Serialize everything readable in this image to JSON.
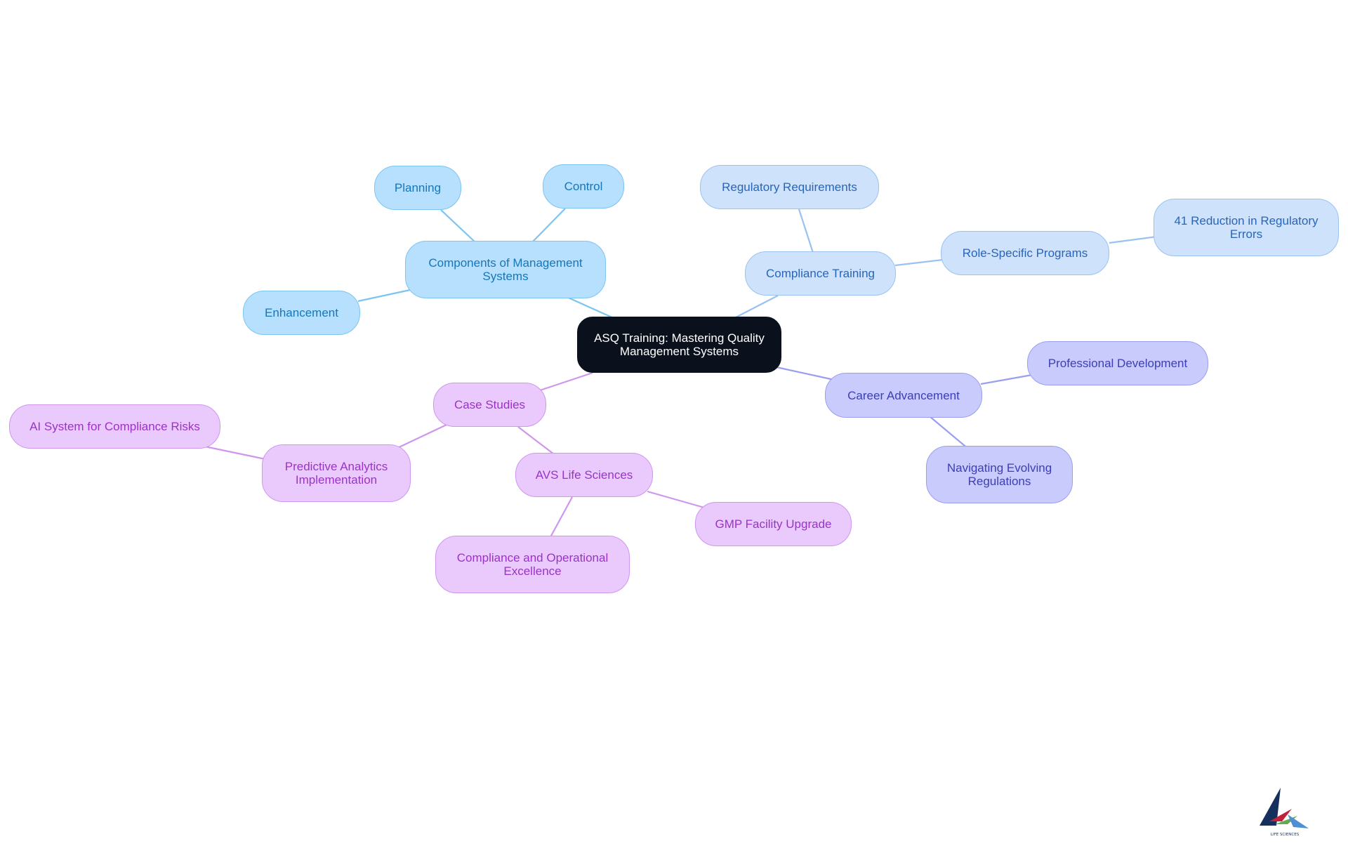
{
  "mindmap": {
    "root": "ASQ Training: Mastering Quality Management Systems",
    "branches": {
      "components": {
        "label": "Components of Management Systems",
        "children": [
          "Planning",
          "Control",
          "Enhancement"
        ]
      },
      "compliance": {
        "label": "Compliance Training",
        "children": [
          "Regulatory Requirements",
          "Role-Specific Programs"
        ],
        "grandchild": "41 Reduction in Regulatory Errors"
      },
      "career": {
        "label": "Career Advancement",
        "children": [
          "Professional Development",
          "Navigating Evolving Regulations"
        ]
      },
      "cases": {
        "label": "Case Studies",
        "children": [
          "Predictive Analytics Implementation",
          "AVS Life Sciences"
        ],
        "predictive_child": "AI System for Compliance Risks",
        "avs_children": [
          "GMP Facility Upgrade",
          "Compliance and Operational Excellence"
        ]
      }
    }
  },
  "logo": {
    "name": "AVS Life Sciences",
    "caption": "LIFE SCIENCES"
  },
  "colors": {
    "root": "#0b111c",
    "components": "#b6e0fd",
    "compliance": "#cfe2fb",
    "career": "#c9cbfd",
    "cases": "#eacafd"
  }
}
